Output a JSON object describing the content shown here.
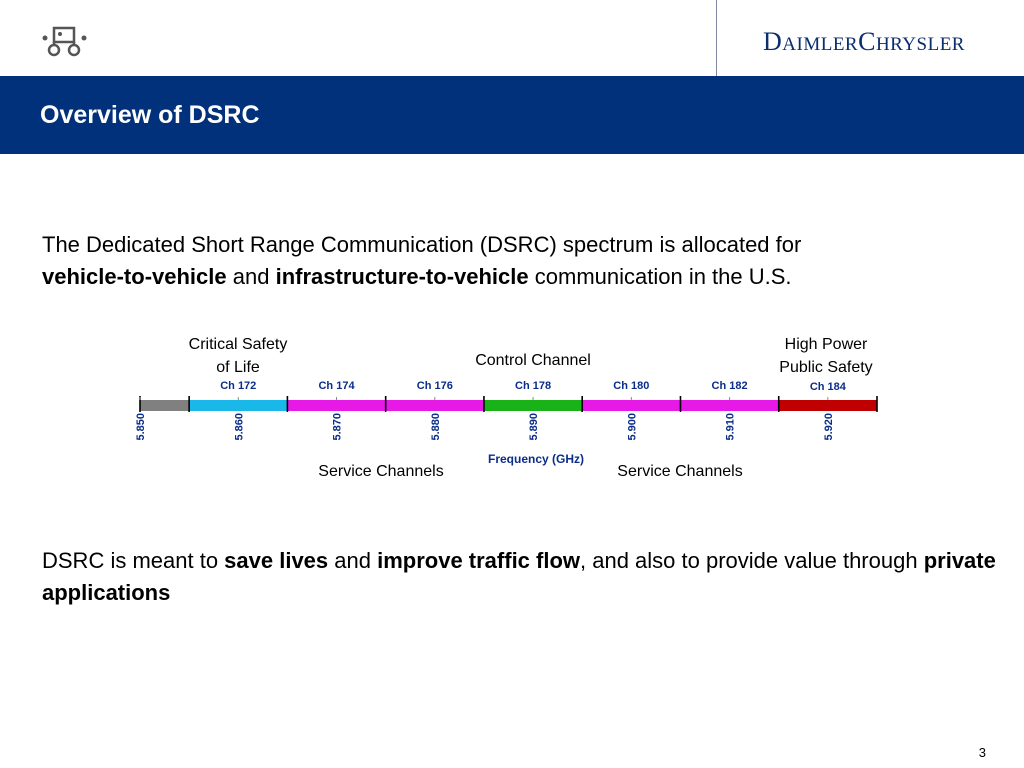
{
  "header": {
    "logo": {
      "icon": "vehicle-logo-icon"
    },
    "brand_name": "DaimlerChrysler",
    "brand_parts": {
      "d": "D",
      "aimler": "AIMLER",
      "c": "C",
      "hrysler": "HRYSLER"
    },
    "title": "Overview of DSRC"
  },
  "body": {
    "para1": {
      "pre": "The Dedicated Short Range Communication (DSRC) spectrum is allocated for",
      "bold1": "vehicle-to-vehicle",
      "mid": " and ",
      "bold2": "infrastructure-to-vehicle",
      "post": " communication in the U.S."
    },
    "para2": {
      "pre": "DSRC is meant to ",
      "bold1": "save lives",
      "mid1": " and ",
      "bold2": "improve traffic flow",
      "mid2": ", and also to provide value through ",
      "bold3": "private applications"
    }
  },
  "chart_data": {
    "type": "spectrum-band",
    "xlabel": "Frequency (GHz)",
    "ticks": [
      "5.850",
      "5.860",
      "5.870",
      "5.880",
      "5.890",
      "5.900",
      "5.910",
      "5.920"
    ],
    "range": [
      5.85,
      5.925
    ],
    "segments": [
      {
        "from": 5.85,
        "to": 5.855,
        "color": "#808080"
      },
      {
        "from": 5.855,
        "to": 5.865,
        "color": "#1ab8e8",
        "channel": "Ch 172"
      },
      {
        "from": 5.865,
        "to": 5.875,
        "color": "#e619e6",
        "channel": "Ch 174"
      },
      {
        "from": 5.875,
        "to": 5.885,
        "color": "#e619e6",
        "channel": "Ch 176"
      },
      {
        "from": 5.885,
        "to": 5.895,
        "color": "#19b219",
        "channel": "Ch 178"
      },
      {
        "from": 5.895,
        "to": 5.905,
        "color": "#e619e6",
        "channel": "Ch 180"
      },
      {
        "from": 5.905,
        "to": 5.915,
        "color": "#e619e6",
        "channel": "Ch 182"
      },
      {
        "from": 5.915,
        "to": 5.925,
        "color": "#c00000",
        "channel": "Ch 184"
      }
    ],
    "annotations": {
      "critical": [
        "Critical Safety",
        "of Life"
      ],
      "control": "Control Channel",
      "high_power": [
        "High Power",
        "Public Safety"
      ],
      "service_left": "Service Channels",
      "service_right": "Service Channels"
    }
  },
  "footer": {
    "page_number": "3"
  },
  "colors": {
    "banner": "#00317a",
    "brand": "#0a2d6e",
    "channel_label": "#0a2d8a"
  }
}
